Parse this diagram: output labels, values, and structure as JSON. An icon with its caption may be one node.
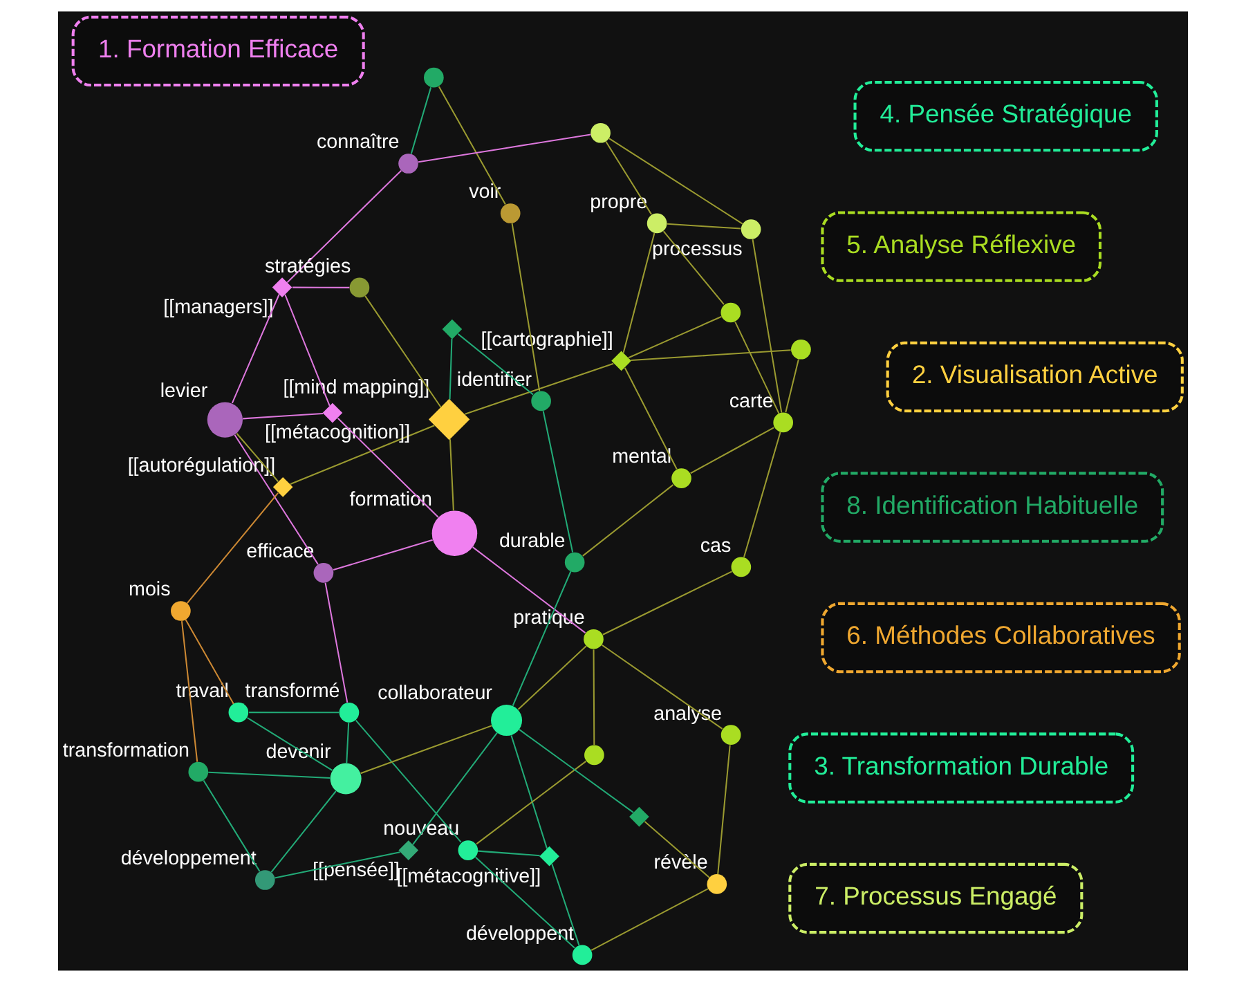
{
  "diagram": {
    "nodes": [
      {
        "text": [
          "[[métacognitive]]"
        ]
      },
      {
        "text": [
          "nouveau"
        ]
      },
      {
        "text": [
          "transformé"
        ]
      },
      {
        "text": [
          "analyse"
        ]
      },
      {
        "text": [
          "pratique"
        ]
      },
      {
        "text": [
          "révèle"
        ]
      },
      {
        "text": [],
        "shape": "circle"
      },
      {
        "text": [
          "développent"
        ]
      },
      {
        "text": [
          "cas"
        ]
      },
      {
        "text": [
          "devenir"
        ]
      },
      {
        "text": [
          "collaborateur"
        ]
      },
      {
        "text": [
          "travail"
        ]
      },
      {
        "text": [
          "carte"
        ]
      },
      {
        "text": [
          "mental"
        ]
      },
      {
        "text": [],
        "shape": "diamond"
      },
      {
        "text": [
          "développement"
        ]
      },
      {
        "text": [
          "[[pensée]]"
        ]
      },
      {
        "text": [
          "efficace"
        ]
      },
      {
        "text": [],
        "shape": "circle"
      },
      {
        "text": [
          "durable"
        ]
      },
      {
        "text": [
          "mois"
        ]
      },
      {
        "text": [
          "[[cartographie]]"
        ]
      },
      {
        "text": [],
        "shape": "diamond"
      },
      {
        "text": [
          "transformation"
        ]
      },
      {
        "text": [
          "[[mind mapping]]"
        ]
      },
      {
        "text": [],
        "shape": "circle"
      },
      {
        "text": [
          "identifier"
        ]
      },
      {
        "text": [
          "propre"
        ]
      },
      {
        "text": [
          "voir"
        ]
      },
      {
        "text": [
          "formation"
        ]
      },
      {
        "text": [
          "processus"
        ]
      },
      {
        "text": [
          "[[métacognition]]"
        ]
      },
      {
        "text": [
          "[[autorégulation]]"
        ]
      },
      {
        "text": [
          "levier"
        ]
      },
      {
        "text": [
          "connaître"
        ]
      },
      {
        "text": [
          "stratégies"
        ]
      },
      {
        "text": [],
        "shape": "circle"
      },
      {
        "text": [],
        "shape": "circle"
      },
      {
        "text": [
          "[[managers]]"
        ]
      },
      {
        "text": [
          "5. Analyse Réflexive"
        ]
      },
      {
        "text": [
          "3. Transformation Durable"
        ]
      },
      {
        "text": [
          "4. Pensée Stratégique"
        ]
      },
      {
        "text": [
          "6. Méthodes Collaboratives"
        ]
      },
      {
        "text": [
          "2. Visualisation Active"
        ]
      },
      {
        "text": [
          "8. Identification Habituelle"
        ]
      },
      {
        "text": [
          "7. Processus Engagé"
        ]
      },
      {
        "text": [
          "1. Formation Efficace"
        ]
      }
    ],
    "edges": [
      {
        "from": 4,
        "to": 3,
        "arrow": "none"
      },
      {
        "from": 4,
        "to": 8,
        "arrow": "none"
      },
      {
        "from": 8,
        "to": 12,
        "arrow": "none"
      },
      {
        "from": 12,
        "to": 13,
        "arrow": "none"
      },
      {
        "from": 12,
        "to": 18,
        "arrow": "none"
      },
      {
        "from": 12,
        "to": 30,
        "arrow": "none"
      },
      {
        "from": 12,
        "to": 25,
        "arrow": "none"
      },
      {
        "from": 3,
        "to": 5,
        "arrow": "none"
      },
      {
        "from": 4,
        "to": 10,
        "arrow": "none"
      },
      {
        "from": 6,
        "to": 1,
        "arrow": "none"
      },
      {
        "from": 6,
        "to": 4,
        "arrow": "none"
      },
      {
        "from": 5,
        "to": 7,
        "arrow": "none"
      },
      {
        "from": 5,
        "to": 14,
        "arrow": "none"
      },
      {
        "from": 1,
        "to": 7,
        "arrow": "none",
        "color": "#22aa77"
      },
      {
        "from": 1,
        "to": 0,
        "arrow": "none",
        "color": "#22aa77"
      },
      {
        "from": 0,
        "to": 7,
        "arrow": "none",
        "color": "#22aa77"
      },
      {
        "from": 0,
        "to": 10,
        "arrow": "none",
        "color": "#22aa77"
      },
      {
        "from": 2,
        "to": 1,
        "arrow": "none",
        "color": "#22aa77"
      },
      {
        "from": 2,
        "to": 9,
        "arrow": "none",
        "color": "#22aa77"
      },
      {
        "from": 2,
        "to": 11,
        "arrow": "none",
        "color": "#22aa77"
      },
      {
        "from": 2,
        "to": 17,
        "arrow": "none",
        "color": "#dd77dd"
      },
      {
        "from": 9,
        "to": 11,
        "arrow": "none",
        "color": "#22aa77"
      },
      {
        "from": 9,
        "to": 10,
        "arrow": "none"
      },
      {
        "from": 9,
        "to": 15,
        "arrow": "none",
        "color": "#22aa77"
      },
      {
        "from": 9,
        "to": 23,
        "arrow": "none",
        "color": "#22aa77"
      },
      {
        "from": 10,
        "to": 14,
        "arrow": "none",
        "color": "#22aa77"
      },
      {
        "from": 10,
        "to": 19,
        "arrow": "none",
        "color": "#22aa77"
      },
      {
        "from": 10,
        "to": 16,
        "arrow": "none",
        "color": "#22aa77"
      },
      {
        "from": 13,
        "to": 21,
        "arrow": "none"
      },
      {
        "from": 21,
        "to": 25,
        "arrow": "none"
      },
      {
        "from": 21,
        "to": 27,
        "arrow": "none"
      },
      {
        "from": 21,
        "to": 24,
        "arrow": "none"
      },
      {
        "from": 22,
        "to": 24,
        "arrow": "none",
        "color": "#22aa77"
      },
      {
        "from": 22,
        "to": 26,
        "arrow": "none",
        "color": "#22aa77"
      },
      {
        "from": 26,
        "to": 28,
        "arrow": "none"
      },
      {
        "from": 27,
        "to": 30,
        "arrow": "none"
      },
      {
        "from": 27,
        "to": 36,
        "arrow": "none"
      },
      {
        "from": 30,
        "to": 36,
        "arrow": "none"
      },
      {
        "from": 36,
        "to": 34,
        "arrow": "none",
        "color": "#dd77dd"
      },
      {
        "from": 24,
        "to": 29,
        "arrow": "none"
      },
      {
        "from": 29,
        "to": 31,
        "arrow": "none",
        "color": "#dd77dd"
      },
      {
        "from": 31,
        "to": 33,
        "arrow": "none",
        "color": "#dd77dd"
      },
      {
        "from": 31,
        "to": 38,
        "arrow": "none",
        "color": "#dd77dd"
      },
      {
        "from": 33,
        "to": 38,
        "arrow": "none",
        "color": "#dd77dd"
      },
      {
        "from": 35,
        "to": 38,
        "arrow": "none",
        "color": "#dd77dd"
      },
      {
        "from": 34,
        "to": 38,
        "arrow": "none",
        "color": "#dd77dd"
      },
      {
        "from": 33,
        "to": 32,
        "arrow": "none"
      },
      {
        "from": 24,
        "to": 32,
        "arrow": "none"
      },
      {
        "from": 20,
        "to": 32,
        "arrow": "none",
        "color": "#cc8833"
      },
      {
        "from": 20,
        "to": 23,
        "arrow": "none",
        "color": "#cc8833"
      },
      {
        "from": 20,
        "to": 11,
        "arrow": "none",
        "color": "#cc8833"
      },
      {
        "from": 23,
        "to": 15,
        "arrow": "none",
        "color": "#22aa77"
      },
      {
        "from": 17,
        "to": 29,
        "arrow": "none",
        "color": "#dd77dd"
      },
      {
        "from": 17,
        "to": 33,
        "arrow": "none",
        "color": "#dd77dd"
      },
      {
        "from": 16,
        "to": 15,
        "arrow": "none",
        "color": "#22aa77"
      },
      {
        "from": 19,
        "to": 26,
        "arrow": "none",
        "color": "#22aa77"
      },
      {
        "from": 28,
        "to": 37,
        "arrow": "none"
      },
      {
        "from": 37,
        "to": 34,
        "arrow": "none",
        "color": "#22aa77"
      },
      {
        "from": 35,
        "to": 24,
        "arrow": "none"
      },
      {
        "from": 18,
        "to": 21,
        "arrow": "none"
      },
      {
        "from": 25,
        "to": 27,
        "arrow": "none"
      },
      {
        "from": 13,
        "to": 19,
        "arrow": "none"
      },
      {
        "from": 4,
        "to": 29,
        "arrow": "none",
        "color": "#dd77dd"
      }
    ]
  }
}
